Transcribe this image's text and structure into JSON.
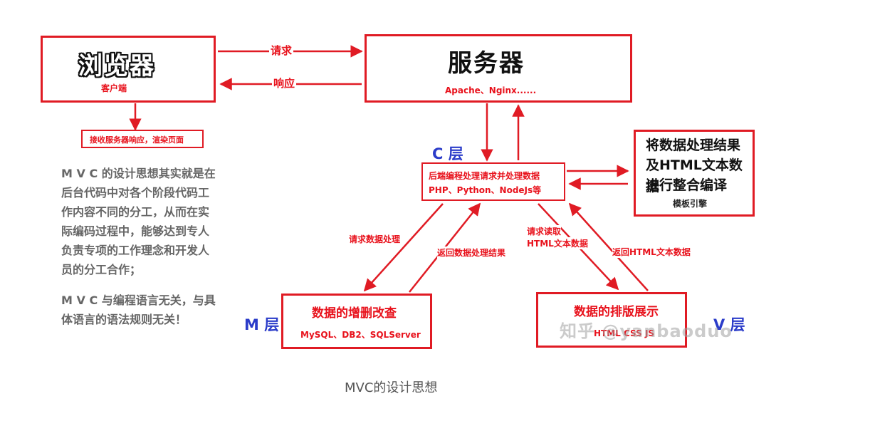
{
  "browser": {
    "title": "浏览器",
    "subtitle": "客户端"
  },
  "server": {
    "title": "服务器",
    "subtitle": "Apache、Nginx......"
  },
  "arrows": {
    "request": "请求",
    "response": "响应"
  },
  "render_note": "接收服务器响应，渲染页面",
  "description": {
    "lines": [
      "M V C 的设计思想其实就是在",
      "后台代码中对各个阶段代码工",
      "作内容不同的分工，从而在实",
      "际编码过程中，能够达到专人",
      "负责专项的工作理念和开发人",
      "员的分工合作；"
    ],
    "lines2": [
      "M V C 与编程语言无关，与具",
      "体语言的语法规则无关！"
    ]
  },
  "c_layer": {
    "label": "C 层",
    "line1": "后端编程处理请求并处理数据",
    "line2": "PHP、Python、NodeJs等"
  },
  "template": {
    "line1": "将数据处理结果",
    "line2": "及HTML文本数据",
    "line3": "进行整合编译",
    "sub": "模板引擎"
  },
  "edges": {
    "request_data": "请求数据处理",
    "return_data": "返回数据处理结果",
    "request_read_1": "请求读取",
    "request_read_2": "HTML文本数据",
    "return_html": "返回HTML文本数据"
  },
  "m_layer": {
    "label": "M 层",
    "title": "数据的增删改查",
    "sub": "MySQL、DB2、SQLServer"
  },
  "v_layer": {
    "label": "V 层",
    "title": "数据的排版展示",
    "sub": "HTML CSS JS"
  },
  "watermark": "知乎 @yanbaoduo",
  "caption": "MVC的设计思想",
  "colors": {
    "red": "#e01b24",
    "blue": "#2b3cc9"
  }
}
